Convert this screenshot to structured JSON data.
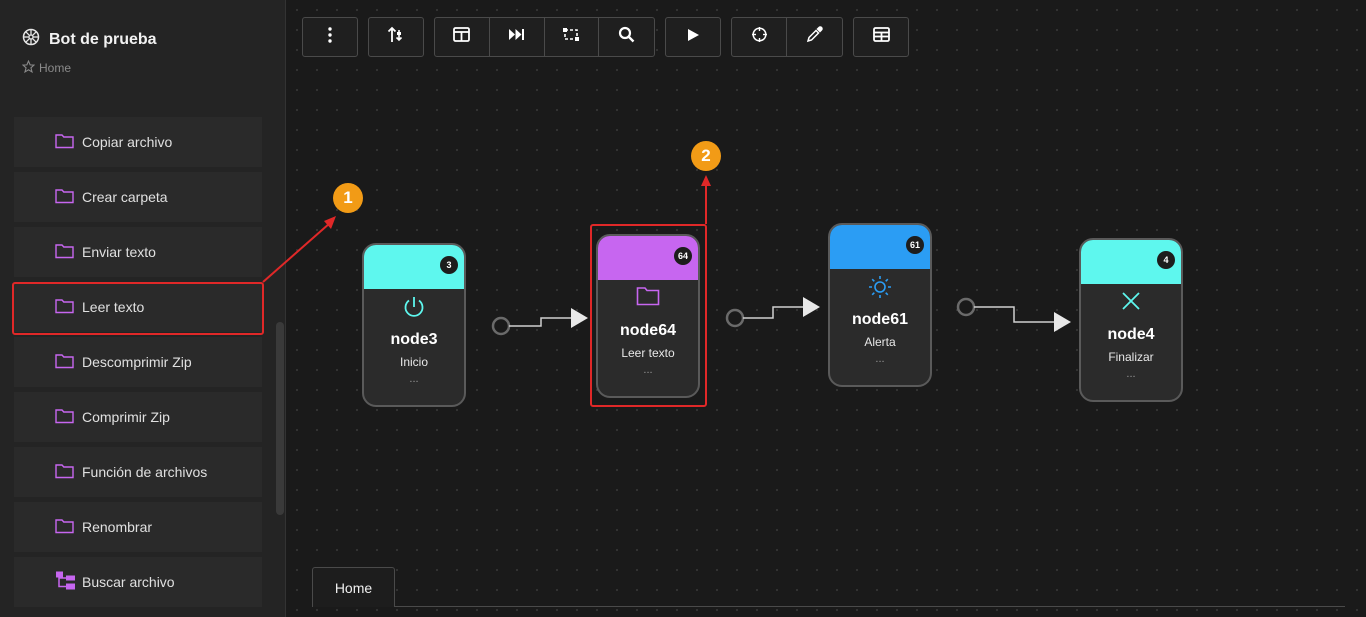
{
  "sidebar": {
    "title": "Bot de prueba",
    "breadcrumb": "Home",
    "items": [
      {
        "label": "Copiar archivo",
        "icon": "folder-icon"
      },
      {
        "label": "Crear carpeta",
        "icon": "folder-icon"
      },
      {
        "label": "Enviar texto",
        "icon": "folder-icon"
      },
      {
        "label": "Leer texto",
        "icon": "folder-icon"
      },
      {
        "label": "Descomprimir Zip",
        "icon": "folder-icon"
      },
      {
        "label": "Comprimir Zip",
        "icon": "folder-icon"
      },
      {
        "label": "Función de archivos",
        "icon": "folder-icon"
      },
      {
        "label": "Renombrar",
        "icon": "folder-icon"
      },
      {
        "label": "Buscar archivo",
        "icon": "folder-tree-icon"
      }
    ]
  },
  "toolbar": {
    "buttons": [
      "more-vertical-icon",
      "sort-icon",
      "layout-icon",
      "skip-forward-icon",
      "transform-icon",
      "search-icon",
      "play-icon",
      "crosshair-icon",
      "eyedropper-icon",
      "table-icon"
    ]
  },
  "nodes": [
    {
      "name": "node3",
      "type": "Inicio",
      "badge": "3",
      "dots": "...",
      "color": "#5ef7ee",
      "icon": "power-icon"
    },
    {
      "name": "node64",
      "type": "Leer texto",
      "badge": "64",
      "dots": "...",
      "color": "#c766f0",
      "icon": "folder-icon"
    },
    {
      "name": "node61",
      "type": "Alerta",
      "badge": "61",
      "dots": "...",
      "color": "#2b9df4",
      "icon": "sun-icon"
    },
    {
      "name": "node4",
      "type": "Finalizar",
      "badge": "4",
      "dots": "...",
      "color": "#5ef7ee",
      "icon": "close-icon"
    }
  ],
  "annotations": {
    "marker1": "1",
    "marker2": "2"
  },
  "tabs": {
    "home": "Home"
  },
  "colors": {
    "accent_purple": "#c766f0",
    "highlight_red": "#e02828",
    "marker_orange": "#f29b16"
  }
}
